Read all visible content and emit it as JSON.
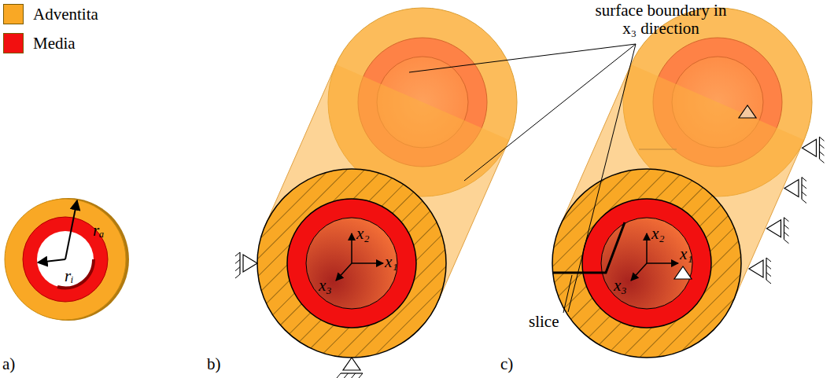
{
  "diagram": {
    "labels": [
      "surface boundary in x₃ direction",
      "rₐ",
      "rᵢ",
      "a)",
      "b)",
      "c)",
      "x₂",
      "x₁",
      "x₃",
      "x₂",
      "x₁",
      "x₃",
      "slice"
    ],
    "legend": [
      {
        "text": "Adventita",
        "color": "#F9A825"
      },
      {
        "text": "Media",
        "color": "#F21010"
      }
    ]
  }
}
